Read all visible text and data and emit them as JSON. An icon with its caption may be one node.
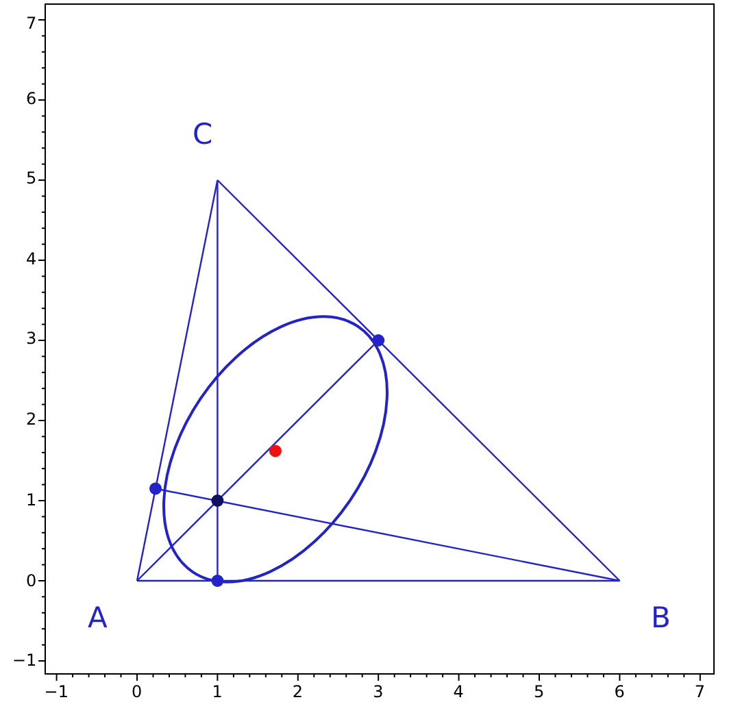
{
  "diagram": {
    "labels": [
      "7",
      "6",
      "C",
      "5",
      "4",
      "3",
      "2",
      "1",
      "0",
      "A",
      "B",
      "−1",
      "−1",
      "0",
      "1",
      "2",
      "3",
      "4",
      "5",
      "6",
      "7"
    ]
  }
}
